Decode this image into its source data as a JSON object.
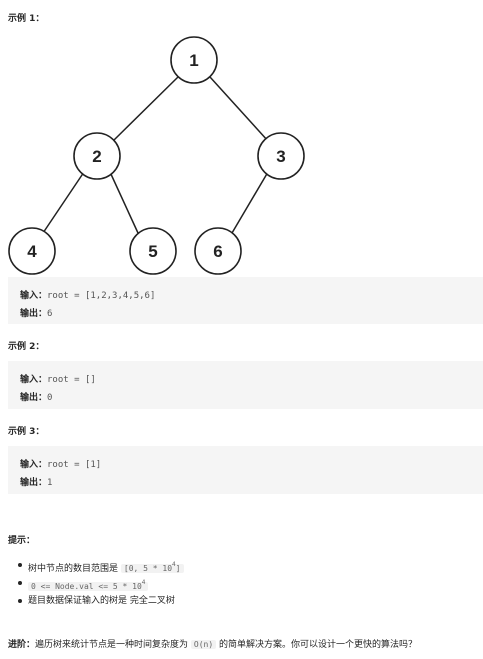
{
  "example1": {
    "heading": "示例 1：",
    "tree": {
      "nodes": [
        "1",
        "2",
        "3",
        "4",
        "5",
        "6"
      ]
    },
    "input_label": "输入：",
    "input_value": "root = [1,2,3,4,5,6]",
    "output_label": "输出：",
    "output_value": "6"
  },
  "example2": {
    "heading": "示例 2：",
    "input_label": "输入：",
    "input_value": "root = []",
    "output_label": "输出：",
    "output_value": "0"
  },
  "example3": {
    "heading": "示例 3：",
    "input_label": "输入：",
    "input_value": "root = [1]",
    "output_label": "输出：",
    "output_value": "1"
  },
  "hints": {
    "heading": "提示：",
    "item1_prefix": "树中节点的数目范围是 ",
    "item1_code": "[0, 5 * 10",
    "item1_exp": "4",
    "item1_end": "]",
    "item2_code": "0 <= Node.val <= 5 * 10",
    "item2_exp": "4",
    "item3_text": "题目数据保证输入的树是 ",
    "item3_bold": "完全二叉树"
  },
  "followup": {
    "label": "进阶：",
    "text_before": "遍历树来统计节点是一种时间复杂度为 ",
    "code": "O(n)",
    "text_after": " 的简单解决方案。你可以设计一个更快的算法吗？"
  }
}
